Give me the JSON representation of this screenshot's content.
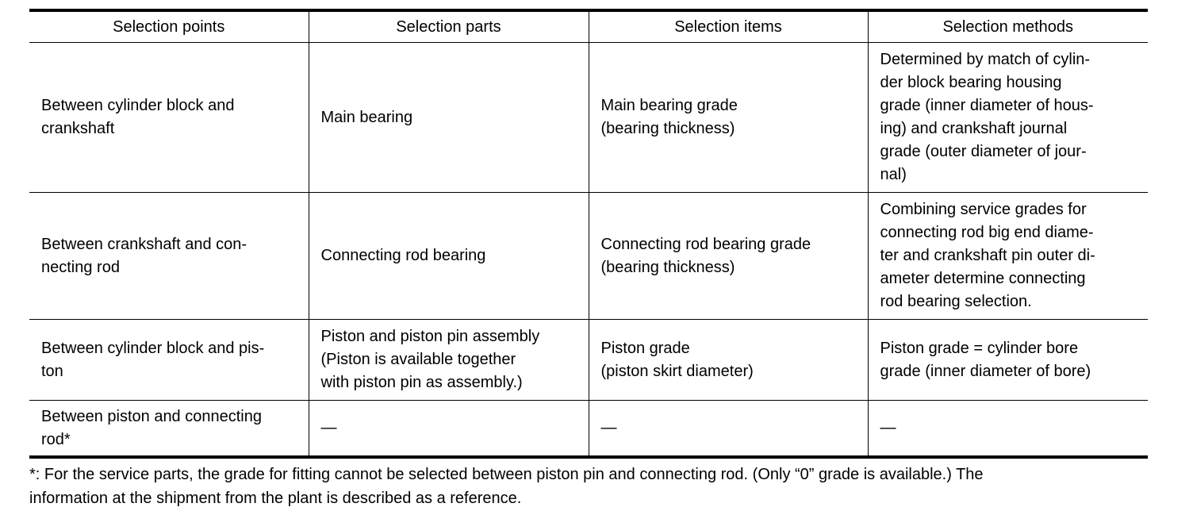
{
  "table": {
    "headers": [
      "Selection points",
      "Selection parts",
      "Selection items",
      "Selection methods"
    ],
    "rows": [
      {
        "point": "Between cylinder block and\ncrankshaft",
        "part": "Main bearing",
        "item": "Main bearing grade\n(bearing thickness)",
        "method": "Determined by match of cylin-\nder block bearing housing\ngrade (inner diameter of hous-\ning) and crankshaft journal\ngrade (outer diameter of jour-\nnal)"
      },
      {
        "point": "Between crankshaft and con-\nnecting rod",
        "part": "Connecting rod bearing",
        "item": "Connecting rod bearing grade\n(bearing thickness)",
        "method": "Combining service grades for\nconnecting rod big end diame-\nter and crankshaft pin outer di-\nameter determine connecting\nrod bearing selection."
      },
      {
        "point": "Between cylinder block and pis-\nton",
        "part": "Piston and piston pin assembly\n(Piston is available together\nwith piston pin as assembly.)",
        "item": "Piston grade\n(piston skirt diameter)",
        "method": "Piston grade = cylinder bore\ngrade (inner diameter of bore)"
      },
      {
        "point": "Between piston and connecting\nrod*",
        "part": "—",
        "item": "—",
        "method": "—"
      }
    ]
  },
  "footnote": " *: For the service parts, the grade for fitting cannot be selected between piston pin and connecting rod. (Only “0” grade is available.) The\ninformation at the shipment from the plant is described as a reference."
}
